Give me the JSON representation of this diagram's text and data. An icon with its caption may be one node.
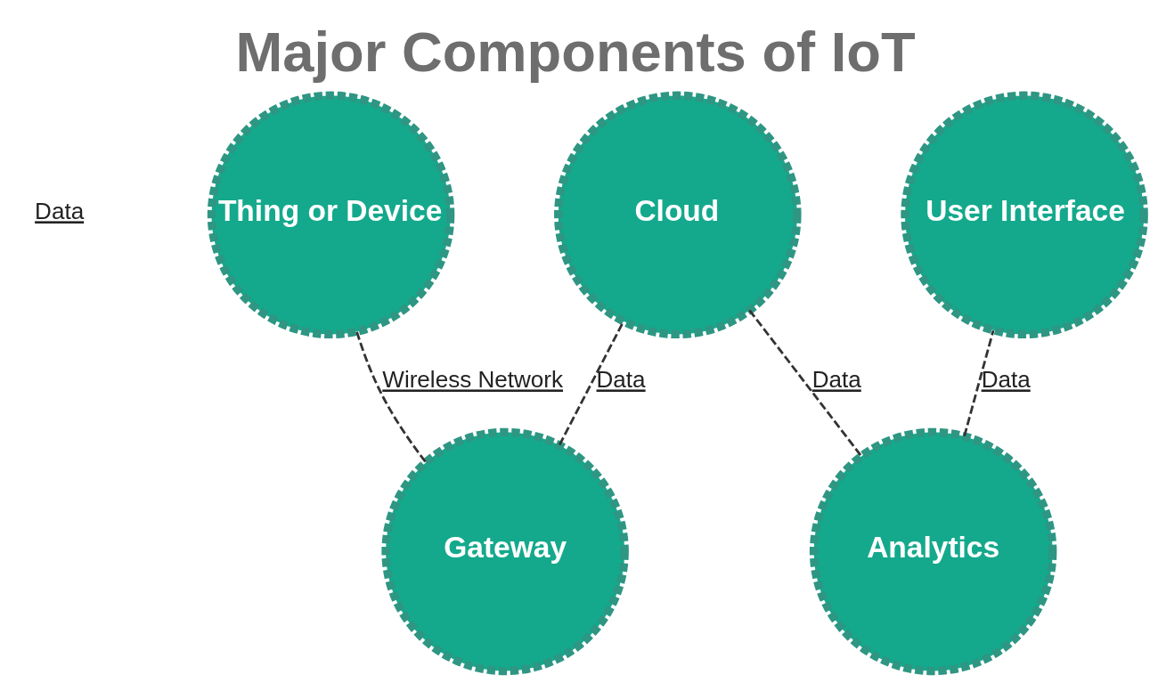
{
  "diagram": {
    "title": "Major Components of IoT",
    "nodes": [
      {
        "text": [
          "Thing or Device"
        ]
      },
      {
        "text": [
          "Gateway"
        ]
      },
      {
        "text": [
          "Cloud"
        ]
      },
      {
        "text": [
          "Analytics"
        ]
      },
      {
        "text": [
          "User Interface"
        ]
      }
    ],
    "edges": [
      {
        "from": 0,
        "to": 1,
        "arrow": "none",
        "style": "dashed",
        "label": "Wireless Network"
      },
      {
        "from": 1,
        "to": 2,
        "arrow": "none",
        "style": "dashed",
        "label": "Data"
      },
      {
        "from": 2,
        "to": 3,
        "arrow": "none",
        "style": "dashed",
        "label": "Data"
      },
      {
        "from": 3,
        "to": 4,
        "arrow": "none",
        "style": "dashed",
        "label": "Data"
      }
    ],
    "labels": [
      "Data"
    ]
  }
}
